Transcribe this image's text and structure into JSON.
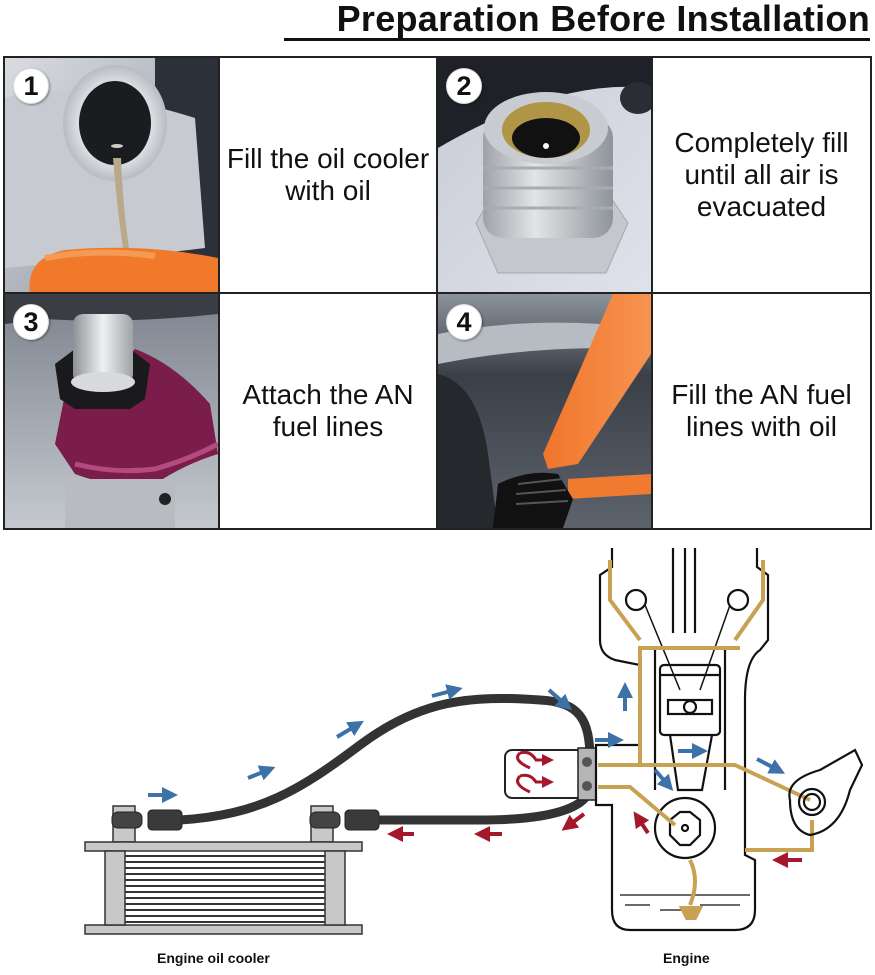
{
  "title": "Preparation Before Installation",
  "steps": [
    {
      "number": "1",
      "text": "Fill the oil cooler with oil",
      "photo": "oil-bottle-pouring-icon"
    },
    {
      "number": "2",
      "text": "Completely fill until all air is evacuated",
      "photo": "filled-fitting-icon"
    },
    {
      "number": "3",
      "text": "Attach the AN fuel lines",
      "photo": "wrench-fitting-icon"
    },
    {
      "number": "4",
      "text": "Fill the AN fuel lines with oil",
      "photo": "funnel-fitting-icon"
    }
  ],
  "diagram": {
    "labels": {
      "cooler": "Engine oil cooler",
      "engine": "Engine"
    },
    "colors": {
      "hot_flow": "#3d72a8",
      "cool_flow": "#a5172a",
      "oil_path": "#c9a152",
      "hose": "#333333"
    }
  }
}
